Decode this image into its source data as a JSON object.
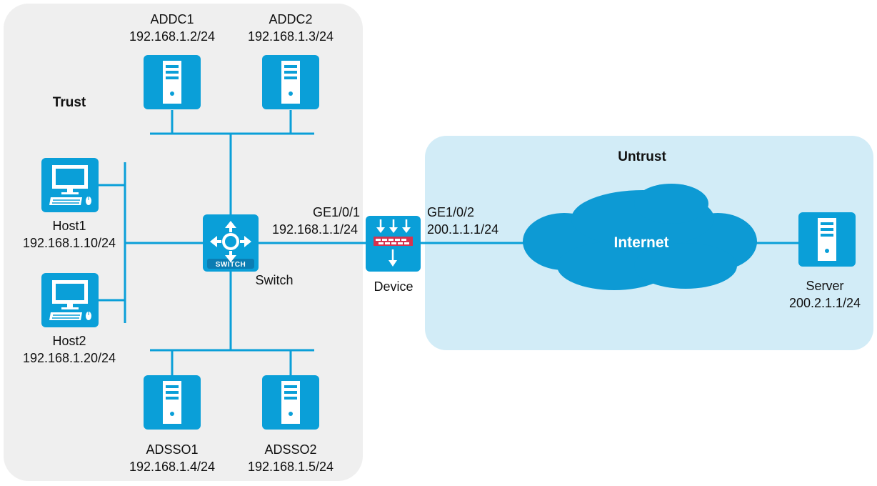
{
  "zones": {
    "trust": {
      "label": "Trust",
      "color": "#efefef"
    },
    "untrust": {
      "label": "Untrust",
      "color": "#d2ecf7"
    }
  },
  "colors": {
    "device_blue": "#0a9fd8",
    "link": "#0a9fd8",
    "cloud": "#0d9ad4",
    "firewall_band": "#d6334f"
  },
  "nodes": {
    "addc1": {
      "name": "ADDC1",
      "ip": "192.168.1.2/24",
      "icon": "server-icon"
    },
    "addc2": {
      "name": "ADDC2",
      "ip": "192.168.1.3/24",
      "icon": "server-icon"
    },
    "host1": {
      "name": "Host1",
      "ip": "192.168.1.10/24",
      "icon": "pc-icon"
    },
    "host2": {
      "name": "Host2",
      "ip": "192.168.1.20/24",
      "icon": "pc-icon"
    },
    "switch": {
      "name": "Switch",
      "badge": "SWITCH",
      "icon": "switch-icon"
    },
    "device": {
      "name": "Device",
      "icon": "firewall-icon"
    },
    "adsso1": {
      "name": "ADSSO1",
      "ip": "192.168.1.4/24",
      "icon": "server-icon"
    },
    "adsso2": {
      "name": "ADSSO2",
      "ip": "192.168.1.5/24",
      "icon": "server-icon"
    },
    "internet": {
      "name": "Internet",
      "icon": "cloud-icon"
    },
    "server": {
      "name": "Server",
      "ip": "200.2.1.1/24",
      "icon": "server-icon"
    }
  },
  "interfaces": {
    "ge1": {
      "name": "GE1/0/1",
      "ip": "192.168.1.1/24"
    },
    "ge2": {
      "name": "GE1/0/2",
      "ip": "200.1.1.1/24"
    }
  }
}
